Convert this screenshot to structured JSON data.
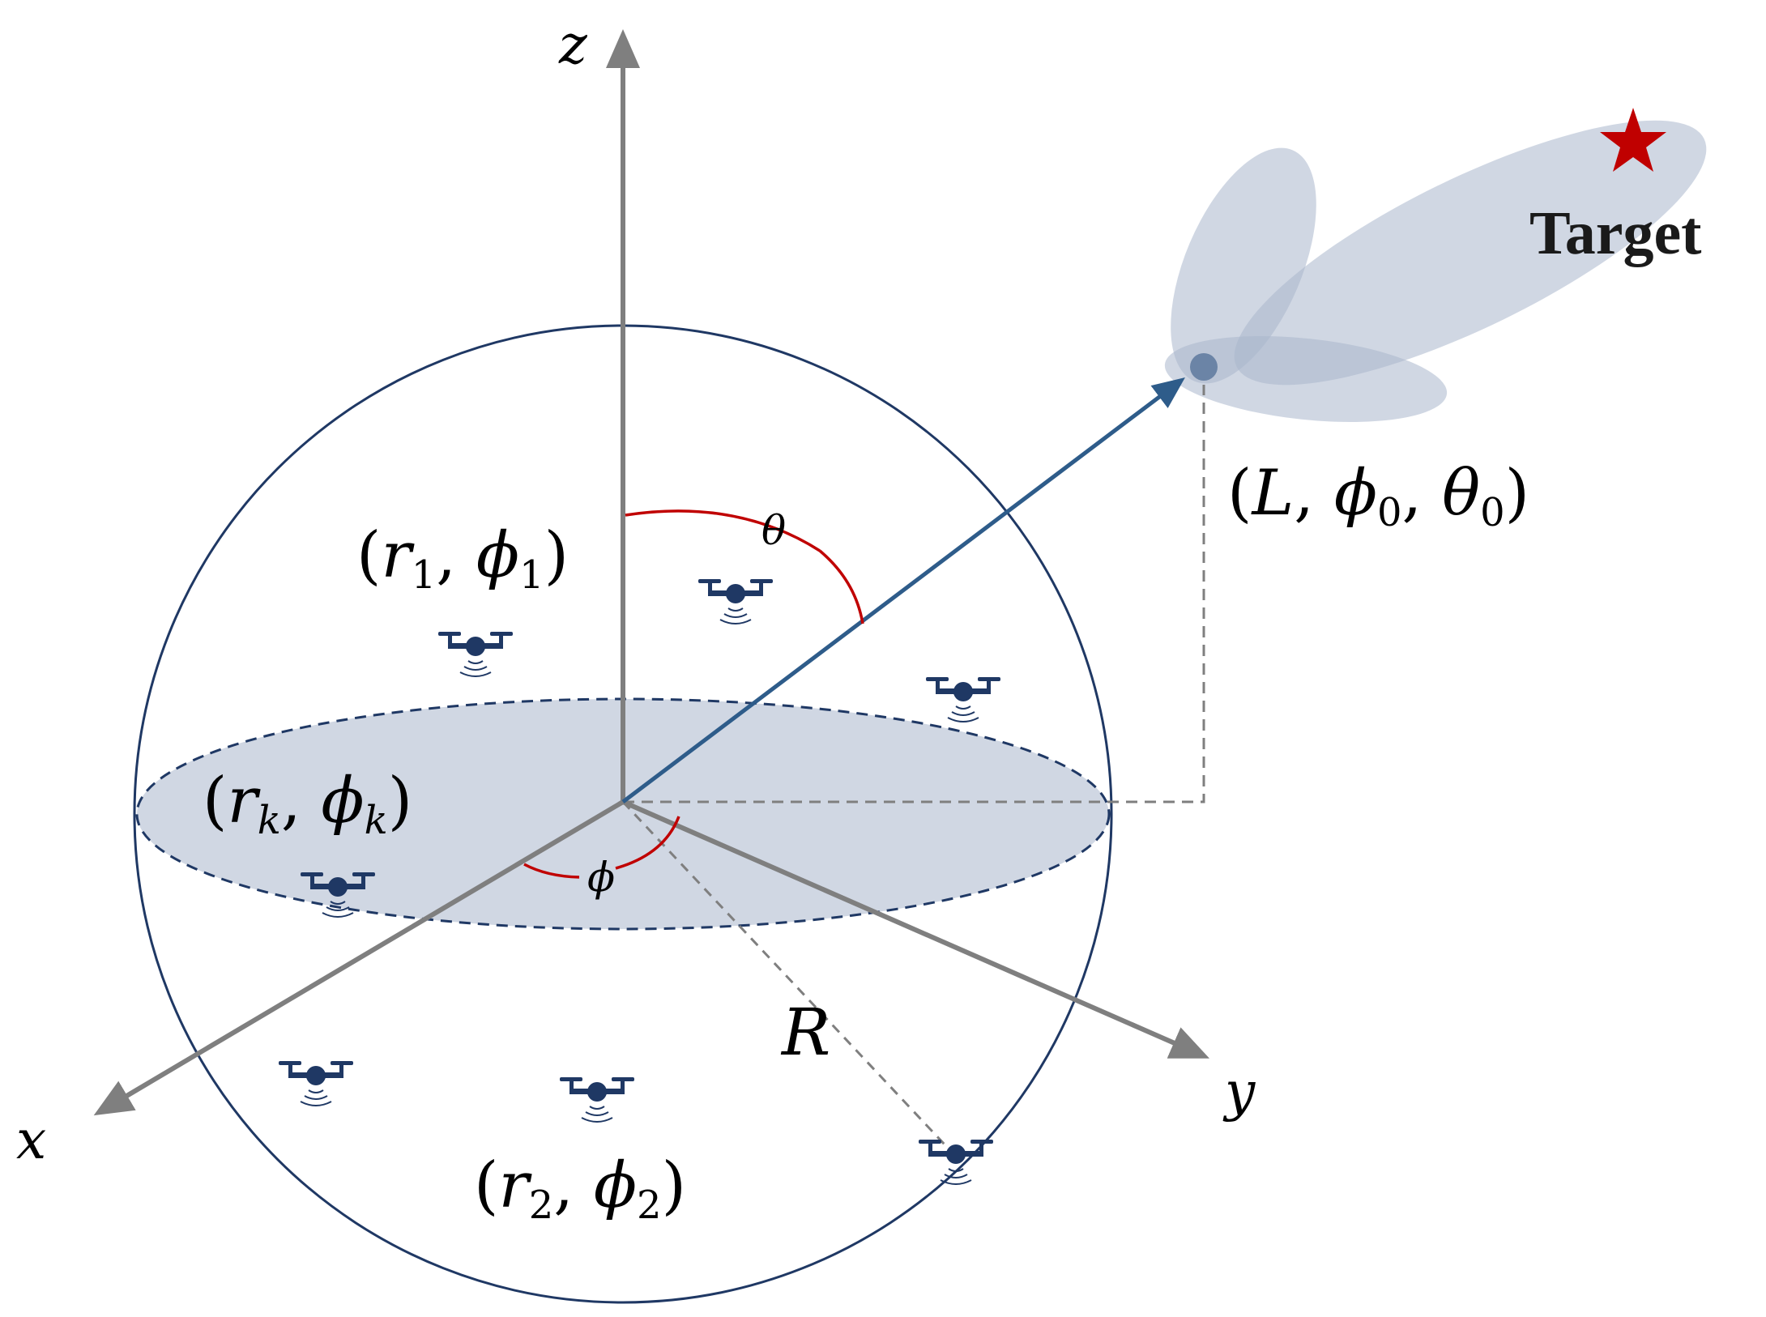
{
  "labels": {
    "axis_z": "z",
    "axis_x": "x",
    "axis_y": "y",
    "theta": "θ",
    "phi": "ϕ",
    "radius": "R",
    "target": "Target"
  },
  "coordinates": {
    "r1_phi1": {
      "open": "(",
      "r": "r",
      "r_sub": "1",
      "comma": ", ",
      "phi": "ϕ",
      "phi_sub": "1",
      "close": ")"
    },
    "rk_phik": {
      "open": "(",
      "r": "r",
      "r_sub": "k",
      "comma": ", ",
      "phi": "ϕ",
      "phi_sub": "k",
      "close": ")"
    },
    "r2_phi2": {
      "open": "(",
      "r": "r",
      "r_sub": "2",
      "comma": ", ",
      "phi": "ϕ",
      "phi_sub": "2",
      "close": ")"
    },
    "target_pos": {
      "open": "(",
      "L": "L",
      "c1": ", ",
      "phi": "ϕ",
      "phi_sub": "0",
      "c2": ", ",
      "theta": "θ",
      "theta_sub": "0",
      "close": ")"
    }
  },
  "colors": {
    "axis": "#7f7f7f",
    "sphere_outline": "#1f3864",
    "disk_fill": "#d0d7e3",
    "vector": "#2e5c8a",
    "angle_arc": "#c00000",
    "drone": "#1f3864",
    "beam": "#a9b6cc",
    "target_star": "#c00000"
  },
  "icons": {
    "drone": "drone-icon",
    "target": "star-icon"
  }
}
